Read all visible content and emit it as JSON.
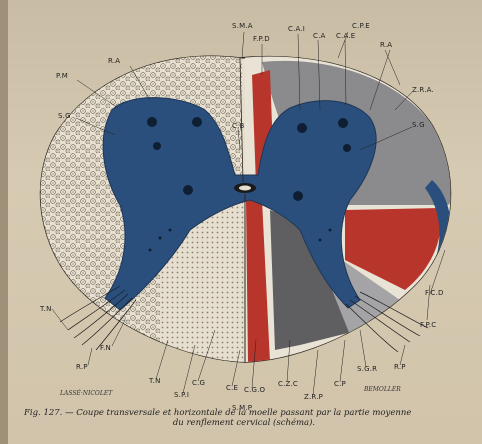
{
  "labels": {
    "sma": "S.M.A",
    "fpd": "F.P.D",
    "cai": "C.A.I",
    "ca": "C.A",
    "cae": "C.A.E",
    "cpe": "C.P.E",
    "ra_left": "R.A",
    "ra_right": "R.A",
    "pm": "P.M",
    "zra": "Z.R.A.",
    "sg_left": "S.G",
    "sg_right": "S.G",
    "cb": "C.B",
    "tn_left": "T.N",
    "fcd": "F.C.D",
    "fpc": "F.P.C",
    "rp_left": "R.P",
    "rp_right": "R.P",
    "fn": "F.N",
    "tn_bottom": "T.N",
    "cg": "C.G",
    "spi": "S.P.I",
    "ce": "C.E",
    "cgo": "C.G.O",
    "czc": "C.Z.C",
    "zrp": "Z.R.P",
    "cp": "C.P",
    "sgr": "S.G.R",
    "smp": "S.M.P"
  },
  "engraver_left": "LASSÉ·NICOLET",
  "engraver_right": "BEMOLLER",
  "caption_line1": "Fig. 127. — Coupe transversale et horizontale de la moelle passant par la partie moyenne",
  "caption_line2": "du renflement cervical (schéma).",
  "colors": {
    "grey_matter_blue": "#2b4f7c",
    "tract_red": "#b8352c",
    "zone_grey": "#8b8a8c",
    "dark_zone": "#5f5e61",
    "white_matter": "#e6dfd0"
  }
}
